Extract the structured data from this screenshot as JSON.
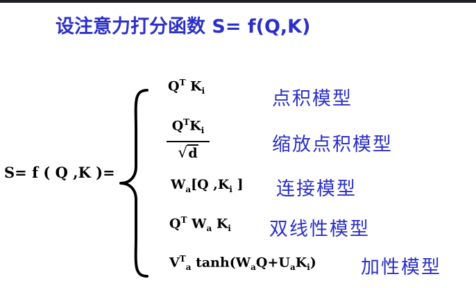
{
  "title": "设注意力打分函数 S= f(Q,K)",
  "lhs": "S= f ( Q ,K )=",
  "rows": [
    {
      "formula": "Q<sup>T</sup> K<sub>i</sub>",
      "label": "点积模型"
    },
    {
      "numerator": "Q<sup>T</sup>K<sub>i</sub>",
      "radical": "√",
      "denominator": "d",
      "label": "缩放点积模型"
    },
    {
      "formula": "W<sub>a</sub>[Q ,K<sub>i</sub> ]",
      "label": "连接模型"
    },
    {
      "formula": "Q<sup>T</sup> W<sub>a</sub> K<sub>i</sub>",
      "label": "双线性模型"
    },
    {
      "formula": "V<sup>T</sup><sub>a</sub> tanh(W<sub>a</sub>Q+U<sub>a</sub>K<sub>i</sub>)",
      "label": "加性模型"
    }
  ],
  "colors": {
    "title": "#2b2fc8",
    "label": "#2b2fc8",
    "formula": "#000000"
  },
  "icons": {
    "brace": "left-curly-brace-icon"
  }
}
